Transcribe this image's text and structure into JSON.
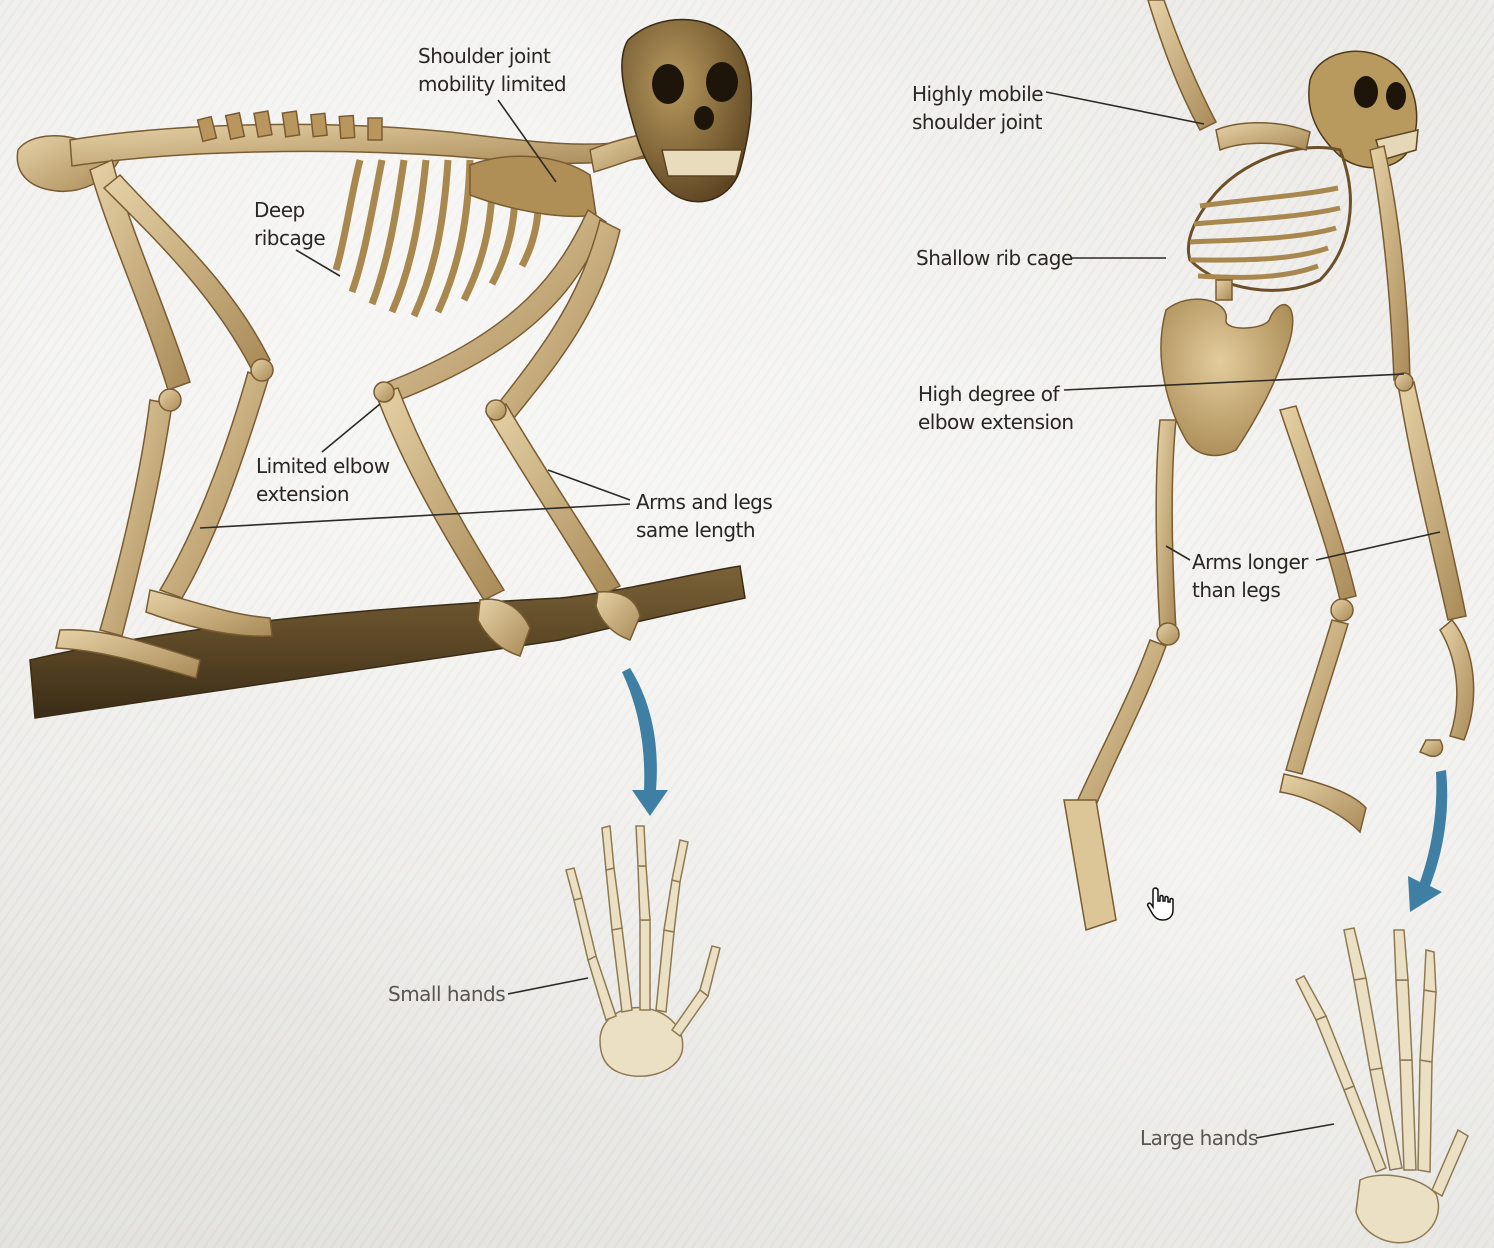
{
  "labels": {
    "shoulder_limited": [
      "Shoulder joint",
      "mobility limited"
    ],
    "deep_ribcage": [
      "Deep",
      "ribcage"
    ],
    "limited_elbow": [
      "Limited elbow",
      "extension"
    ],
    "arms_legs_same": [
      "Arms and legs",
      "same length"
    ],
    "small_hands": "Small hands",
    "highly_mobile_shoulder": [
      "Highly mobile",
      "shoulder joint"
    ],
    "shallow_rib_cage": "Shallow rib cage",
    "high_elbow_extension": [
      "High degree of",
      "elbow extension"
    ],
    "arms_longer": [
      "Arms longer",
      "than legs"
    ],
    "large_hands": "Large hands"
  },
  "colors": {
    "bone": "#c9ae80",
    "bone_dark": "#8a6a3c",
    "bone_light": "#e8d8b4",
    "hand_bone": "#ece0c4",
    "branch": "#5e4a2a",
    "arrow": "#3f7fa3",
    "leader": "#2e2a26"
  },
  "icons": [
    "hand-pointer-cursor-icon",
    "down-arrow-icon"
  ]
}
